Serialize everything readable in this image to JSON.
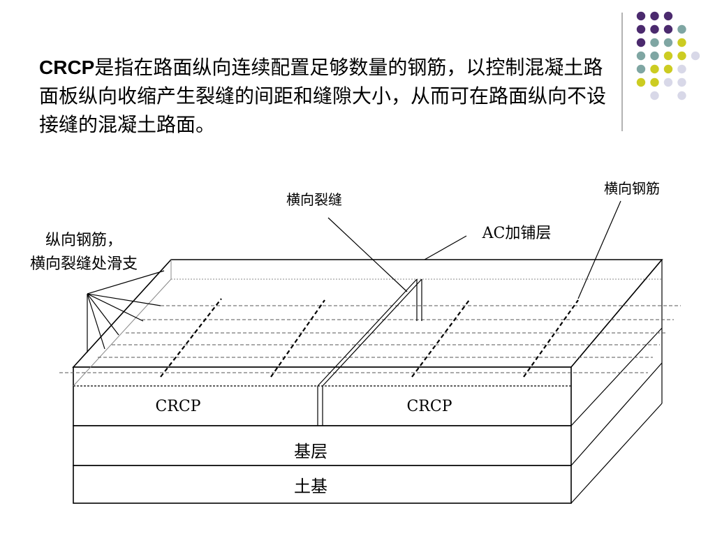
{
  "slide": {
    "title_lead": "CRCP",
    "title_rest": "是指在路面纵向连续配置足够数量的钢筋，以控制混凝土路面板纵向收缩产生裂缝的间距和缝隙大小，从而可在路面纵向不设接缝的混凝土路面。"
  },
  "diagram": {
    "labels": {
      "transverse_crack": "横向裂缝",
      "transverse_rebar": "横向钢筋",
      "ac_overlay": "AC加铺层",
      "long_rebar_line1": "纵向钢筋，",
      "long_rebar_line2": "横向裂缝处滑支",
      "crcp_left": "CRCP",
      "crcp_right": "CRCP",
      "base": "基层",
      "subgrade": "土基"
    }
  },
  "decoration": {
    "colors": {
      "purple": "#4B2A6E",
      "teal": "#7FA6A3",
      "yellow": "#CCCC22",
      "lavender": "#D8D8E8",
      "divider": "#9A9A9A"
    }
  }
}
